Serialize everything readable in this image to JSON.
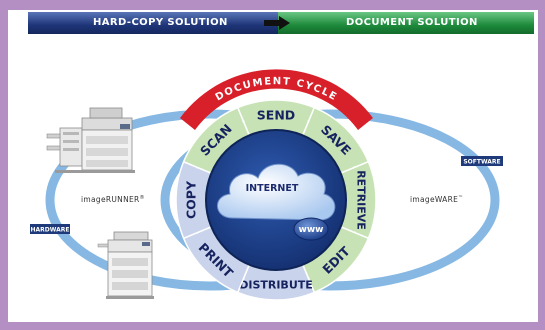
{
  "banner": {
    "left_label": "HARD-COPY SOLUTION",
    "right_label": "DOCUMENT SOLUTION"
  },
  "cycle": {
    "title": "DOCUMENT CYCLE",
    "steps": [
      "SEND",
      "SAVE",
      "RETRIEVE",
      "EDIT",
      "DISTRIBUTE",
      "PRINT",
      "COPY",
      "SCAN"
    ]
  },
  "center": {
    "cloud_label": "INTERNET",
    "badge_label": "www"
  },
  "left_side": {
    "product_label": "imageRUNNER",
    "product_mark": "®",
    "tag_label": "HARDWARE"
  },
  "right_side": {
    "product_label": "imageWARE",
    "product_mark": "™",
    "tag_label": "SOFTWARE"
  },
  "colors": {
    "frame": "#b48fc4",
    "hardcopy_banner": "#1e3578",
    "document_banner": "#1d8a3b",
    "cycle_arc": "#d8202a",
    "ring_light": "#c7e3b5",
    "ring_blue": "#c9d3ec",
    "center": "#1a3d8c",
    "loop": "#7fb3e0",
    "tag": "#1e3a7a"
  }
}
